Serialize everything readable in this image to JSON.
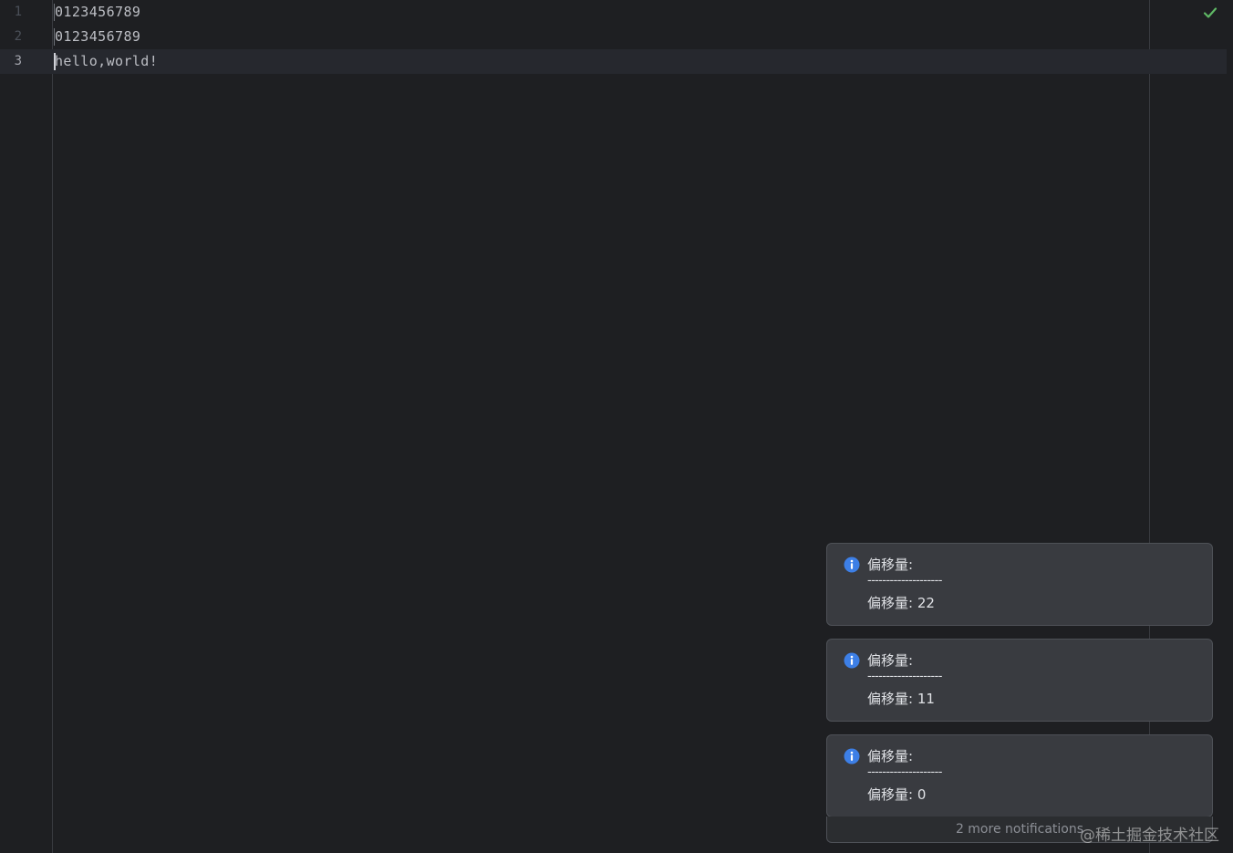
{
  "editor": {
    "lines": [
      {
        "number": "1",
        "text": "0123456789"
      },
      {
        "number": "2",
        "text": "0123456789"
      },
      {
        "number": "3",
        "text": "hello,world!"
      }
    ],
    "current_line": 3,
    "status_icon": "check-icon",
    "status_color": "#5fb865"
  },
  "notifications": [
    {
      "icon": "info-icon",
      "title": "偏移量:",
      "divider": "--------------------",
      "body": "偏移量: 22"
    },
    {
      "icon": "info-icon",
      "title": "偏移量:",
      "divider": "--------------------",
      "body": "偏移量: 11"
    },
    {
      "icon": "info-icon",
      "title": "偏移量:",
      "divider": "--------------------",
      "body": "偏移量: 0"
    }
  ],
  "more_notifications": "2 more notifications",
  "watermark": "@稀土掘金技术社区",
  "colors": {
    "background": "#1e1f22",
    "info_icon": "#3d7fe6",
    "notification_bg": "#393b40"
  }
}
